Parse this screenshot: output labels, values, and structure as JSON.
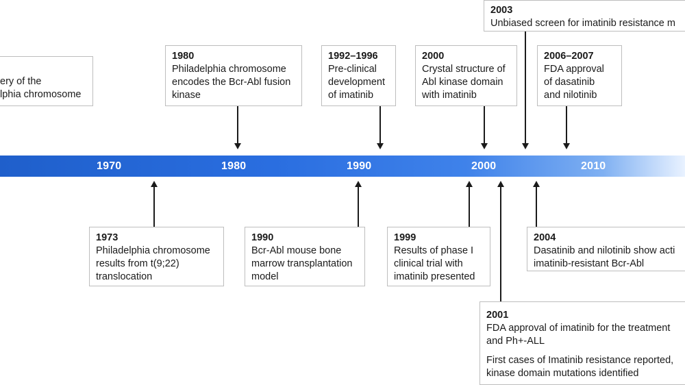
{
  "timeline": {
    "axis_years": [
      "1970",
      "1980",
      "1990",
      "2000",
      "2010"
    ],
    "events_above": [
      {
        "year": "",
        "text": "ery of the\nlphia chromosome"
      },
      {
        "year": "1980",
        "text": "Philadelphia chromosome\nencodes the Bcr-Abl fusion\nkinase"
      },
      {
        "year": "1992–1996",
        "text": "Pre-clinical\ndevelopment\nof imatinib"
      },
      {
        "year": "2000",
        "text": "Crystal structure of\nAbl kinase domain\nwith imatinib"
      },
      {
        "year": "2003",
        "text": "Unbiased screen for imatinib resistance m"
      },
      {
        "year": "2006–2007",
        "text": "FDA approval\nof dasatinib\nand nilotinib"
      }
    ],
    "events_below": [
      {
        "year": "1973",
        "text": "Philadelphia chromosome\nresults from t(9;22)\ntranslocation"
      },
      {
        "year": "1990",
        "text": "Bcr-Abl mouse bone\nmarrow transplantation\nmodel"
      },
      {
        "year": "1999",
        "text": "Results of phase I\nclinical trial with\nimatinib presented"
      },
      {
        "year": "2004",
        "text": "Dasatinib and nilotinib show acti\nimatinib-resistant Bcr-Abl"
      },
      {
        "year": "2001",
        "text": "FDA approval of imatinib for the treatment\nand Ph+-ALL",
        "text2": "First cases of Imatinib resistance reported,\nkinase domain mutations identified"
      }
    ]
  },
  "colors": {
    "band_start": "#1f5fcb",
    "band_end": "#e9f2ff",
    "arrow": "#1a1a1a",
    "box_border": "#bdbdbd"
  }
}
